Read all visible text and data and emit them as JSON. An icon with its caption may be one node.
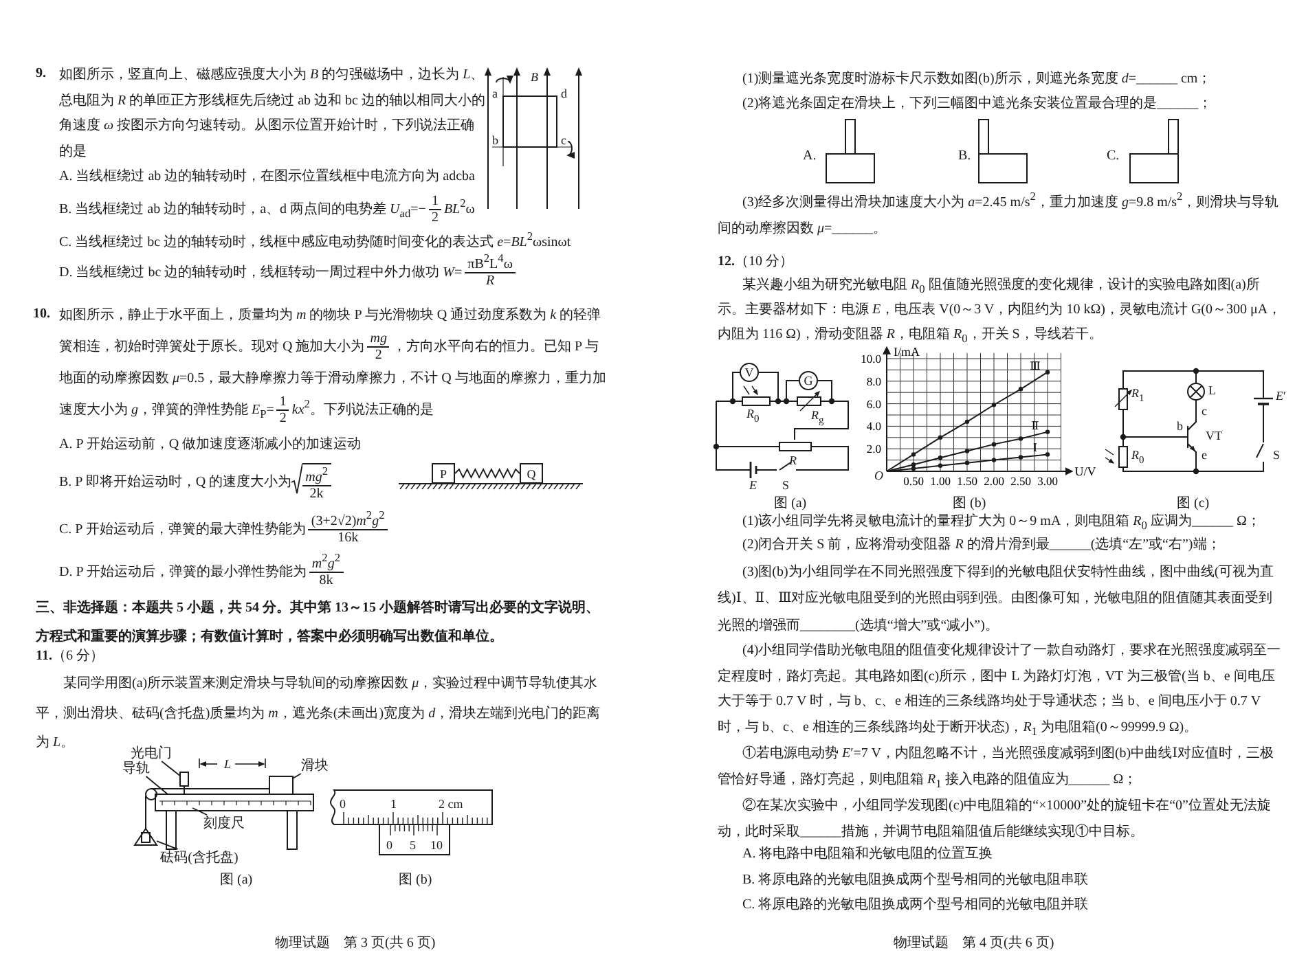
{
  "diagram": {
    "nodes": [
      {
        "text": [
          "P"
        ]
      },
      {
        "text": [
          "Q"
        ]
      },
      {
        "text": [
          "V"
        ]
      },
      {
        "text": [
          "G"
        ]
      },
      {
        "text": [
          "光电门"
        ]
      },
      {
        "text": [
          "导轨"
        ]
      },
      {
        "text": [
          "滑块"
        ]
      },
      {
        "text": [
          "刻度尺"
        ]
      },
      {
        "text": [
          "砝码(含托盘)"
        ]
      },
      {
        "text": [],
        "shape": "box"
      },
      {
        "text": [],
        "shape": "box"
      },
      {
        "text": [],
        "shape": "triangle"
      }
    ],
    "edges": [
      {
        "from": 0,
        "to": 1,
        "arrow": "none"
      },
      {
        "from": 4,
        "to": 9,
        "arrow": "none"
      },
      {
        "from": 5,
        "to": null,
        "arrow": "none"
      },
      {
        "from": 6,
        "to": 10,
        "arrow": "none"
      },
      {
        "from": 7,
        "to": null,
        "arrow": "none"
      },
      {
        "from": 8,
        "to": 11,
        "arrow": "none"
      }
    ],
    "labels": [
      "9.",
      "如图所示，竖直向上、磁感应强度大小为 *B* 的匀强磁场中，边长为 *L*、总电阻为 *R* 的单匝正方形线框先后绕过 ab 边和 bc 边的轴以相同大小的角速度 *ω* 按图示方向匀速转动。从图示位置开始计时，下列说法正确的是",
      "A. 当线框绕过 ab 边的轴转动时，在图示位置线框中电流方向为 adcba",
      "B. 当线框绕过 ab 边的轴转动时，a、d 两点间的电势差 *U*$_{ad}$=−",
      "1",
      "2",
      "*BL*$^{2}$ω",
      "C. 当线框绕过 bc 边的轴转动时，线框中感应电动势随时间变化的表达式 *e*=*BL*$^{2}$ωsinωt",
      "D. 当线框绕过 bc 边的轴转动时，线框转动一周过程中外力做功 *W*=",
      "πB$^{2}$L$^{4}$ω",
      "*R*",
      "*B*",
      "a",
      "d",
      "b",
      "c",
      "10.",
      "如图所示，静止于水平面上，质量均为 *m* 的物块 P 与光滑物块 Q 通过劲度系数为 *k* 的轻弹簧相连，初始时弹簧处于原长。现对 Q 施加大小为",
      "*mg*",
      "2",
      "，方向水平向右的恒力。已知 P 与地面的动摩擦因数 *μ*=0.5，最大静摩擦力等于滑动摩擦力，不计 Q 与地面的摩擦力，重力加速度大小为 *g*，弹簧的弹性势能 *E*$_{P}$=",
      "1",
      "2",
      "*kx*$^{2}$。下列说法正确的是",
      "A. P 开始运动前，Q 做加速度逐渐减小的加速运动",
      "B. P 即将开始运动时，Q 的速度大小为",
      "*mg*$^{2}$",
      "2k",
      "C. P 开始运动后，弹簧的最大弹性势能为",
      "(3+2√2)*m*$^{2}$*g*$^{2}$",
      "16k",
      "D. P 开始运动后，弹簧的最小弹性势能为",
      "*m*$^{2}$*g*$^{2}$",
      "8k",
      "三、非选择题：本题共 5 小题，共 54 分。其中第 13～15 小题解答时请写出必要的文字说明、方程式和重要的演算步骤；有数值计算时，答案中必须明确写出数值和单位。",
      "**11.**（6 分）",
      "某同学用图(a)所示装置来测定滑块与导轨间的动摩擦因数 *μ*，实验过程中调节导轨使其水平，测出滑块、砝码(含托盘)质量均为 *m*，遮光条(未画出)宽度为 *d*，滑块左端到光电门的距离为 *L*。",
      "*L*",
      "0",
      "1",
      "2 cm",
      "0",
      "5",
      "10",
      "图 (a)",
      "图 (b)",
      "物理试题　第 3 页(共 6 页)",
      "(1)测量遮光条宽度时游标卡尺示数如图(b)所示，则遮光条宽度 *d*=______ cm；",
      "(2)将遮光条固定在滑块上，下列三幅图中遮光条安装位置最合理的是______；",
      "A.",
      "B.",
      "C.",
      "(3)经多次测量得出滑块加速度大小为 *a*=2.45 m/s$^{2}$，重力加速度 *g*=9.8 m/s$^{2}$，则滑块与导轨间的动摩擦因数 *μ*=______。",
      "**12.**（10 分）",
      "某兴趣小组为研究光敏电阻 *R*$_{0}$ 阻值随光照强度的变化规律，设计的实验电路如图(a)所示。主要器材如下：电源 *E*，电压表 V(0～3 V，内阻约为 10 kΩ)，灵敏电流计 G(0～300 μA，内阻为 116 Ω)，滑动变阻器 *R*，电阻箱 *R*$_{0}$，开关 S，导线若干。",
      "*R*$_{0}$",
      "*R*$_{g}$",
      "*R*",
      "*E*",
      "S",
      "图 (a)",
      "*O*",
      "图 (b)",
      "*R*$_{1}$",
      "L",
      "*E*′",
      "c",
      "b",
      "VT",
      "e",
      "S",
      "*R*$_{0}$",
      "图 (c)",
      "(1)该小组同学先将灵敏电流计的量程扩大为 0～9 mA，则电阻箱 *R*$_{0}$ 应调为______ Ω；",
      "(2)闭合开关 S 前，应将滑动变阻器 *R* 的滑片滑到最______(选填“左”或“右”)端；",
      "(3)图(b)为小组同学在不同光照强度下得到的光敏电阻伏安特性曲线，图中曲线(可视为直线)Ⅰ、Ⅱ、Ⅲ对应光敏电阻受到的光照由弱到强。由图像可知，光敏电阻的阻值随其表面受到光照的增强而________(选填“增大”或“减小”)。",
      "(4)小组同学借助光敏电阻的阻值变化规律设计了一款自动路灯，要求在光照强度减弱至一定程度时，路灯亮起。其电路如图(c)所示，图中 L 为路灯灯泡，VT 为三极管(当 b、e 间电压大于等于 0.7 V 时，与 b、c、e 相连的三条线路均处于导通状态；当 b、e 间电压小于 0.7 V 时，与 b、c、e 相连的三条线路均处于断开状态)，*R*$_{1}$ 为电阻箱(0～99999.9 Ω)。",
      "①若电源电动势 *E*′=7 V，内阻忽略不计，当光照强度减弱到图(b)中曲线Ⅰ对应值时，三极管恰好导通，路灯亮起，则电阻箱 *R*$_{1}$ 接入电路的阻值应为______ Ω；",
      "②在某次实验中，小组同学发现图(c)中电阻箱的“×10000”处的旋钮卡在“0”位置处无法旋动，此时采取______措施，并调节电阻箱阻值后能继续实现①中目标。",
      "A. 将电路中电阻箱和光敏电阻的位置互换",
      "B. 将原电路的光敏电阻换成两个型号相同的光敏电阻串联",
      "C. 将原电路的光敏电阻换成两个型号相同的光敏电阻并联",
      "物理试题　第 4 页(共 6 页)"
    ],
    "chart_data": {
      "type": "line",
      "xlabel": "U/V",
      "ylabel": "I/mA",
      "x": [
        0,
        0.5,
        1,
        1.5,
        2,
        2.5,
        3
      ],
      "series": [
        {
          "name": "Ⅰ",
          "marker": "circle",
          "values": [
            0,
            0.25,
            0.5,
            0.75,
            1.0,
            1.25,
            1.5
          ]
        },
        {
          "name": "Ⅱ",
          "marker": "circle",
          "values": [
            0,
            0.6,
            1.2,
            1.8,
            2.4,
            2.9,
            3.5
          ]
        },
        {
          "name": "Ⅲ",
          "marker": "circle",
          "values": [
            0,
            1.5,
            3.0,
            4.4,
            5.9,
            7.3,
            8.8
          ]
        }
      ],
      "grid": true,
      "xlim": [
        0,
        3.25
      ],
      "ylim": [
        0,
        10.5
      ],
      "xticks": [
        {
          "value": 0.5,
          "label": "0.50"
        },
        {
          "value": 1,
          "label": "1.00"
        },
        {
          "value": 1.5,
          "label": "1.50"
        },
        {
          "value": 2,
          "label": "2.00"
        },
        {
          "value": 2.5,
          "label": "2.50"
        },
        {
          "value": 3,
          "label": "3.00"
        }
      ],
      "yticks": [
        {
          "value": 2,
          "label": "2.0"
        },
        {
          "value": 4,
          "label": "4.0"
        },
        {
          "value": 6,
          "label": "6.0"
        },
        {
          "value": 8,
          "label": "8.0"
        },
        {
          "value": 10,
          "label": "10.0"
        }
      ]
    }
  }
}
